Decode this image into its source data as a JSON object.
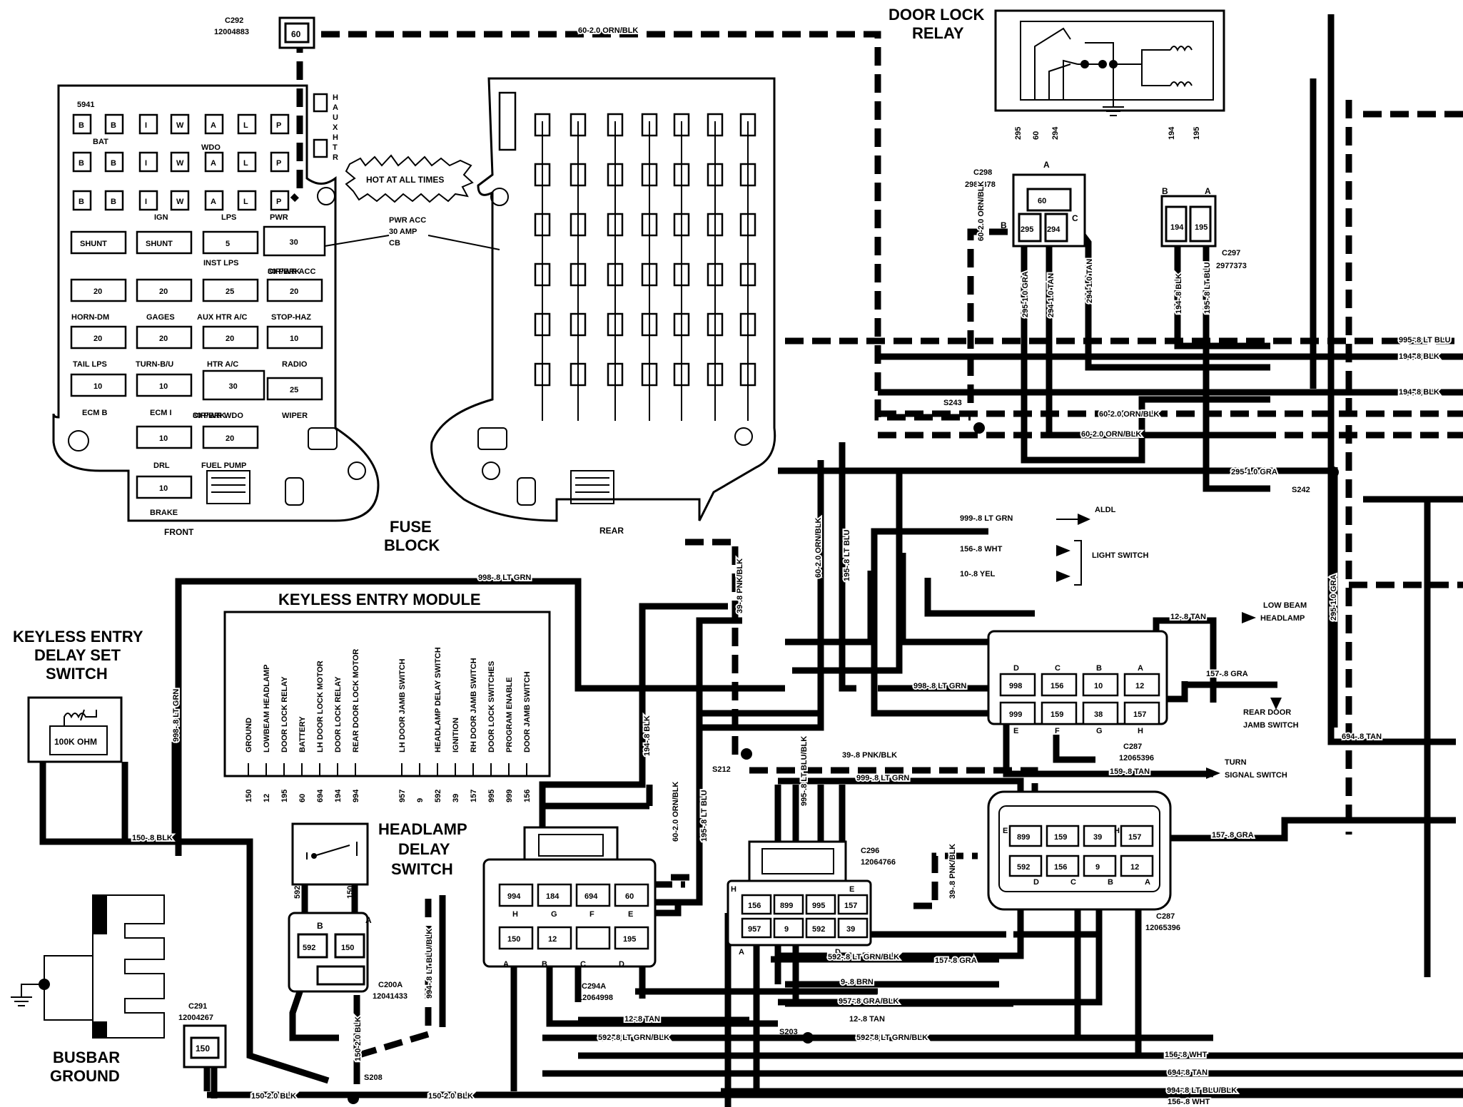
{
  "titles": {
    "door_lock_relay": [
      "DOOR LOCK",
      "RELAY"
    ],
    "keyless_delay_switch": [
      "KEYLESS ENTRY",
      "DELAY SET",
      "SWITCH"
    ],
    "keyless_module": "KEYLESS ENTRY MODULE",
    "headlamp_delay_switch": [
      "HEADLAMP",
      "DELAY",
      "SWITCH"
    ],
    "fuse_block": [
      "FUSE",
      "BLOCK"
    ],
    "busbar_ground": [
      "BUSBAR",
      "GROUND"
    ],
    "hot_at_all_times": "HOT AT ALL TIMES",
    "front": "FRONT",
    "rear": "REAR",
    "resistor": "100K OHM"
  },
  "connectors": {
    "c292": [
      "C292",
      "12004883"
    ],
    "c291": [
      "C291",
      "12004267"
    ],
    "c298": [
      "C298",
      "2984378"
    ],
    "c297": [
      "C297",
      "2977373"
    ],
    "c200a": [
      "C200A",
      "12041433"
    ],
    "c294a": [
      "C294A",
      "12064998"
    ],
    "c296": [
      "C296",
      "12064766"
    ],
    "c287a": [
      "C287",
      "12065396"
    ],
    "c287b": [
      "C287",
      "12065396"
    ]
  },
  "splices": [
    "S243",
    "S242",
    "S212",
    "S203",
    "S208"
  ],
  "fuse_front": {
    "id": "5941",
    "row1": [
      "B",
      "B",
      "I",
      "W",
      "A",
      "L",
      "P"
    ],
    "labels_row1": [
      "BAT",
      "WDO"
    ],
    "labels_row3": [
      "IGN",
      "LPS",
      "PWR"
    ],
    "aux": [
      "H",
      "A",
      "U",
      "X",
      "H",
      "T",
      "R"
    ],
    "shunt": "SHUNT",
    "fuses": [
      {
        "v": "5",
        "l": "INST LPS"
      },
      {
        "v": "30",
        "l": "CIR/BRK"
      },
      {
        "v": "20",
        "l": "HORN-DM"
      },
      {
        "v": "20",
        "l": "GAGES"
      },
      {
        "v": "25",
        "l": "AUX HTR A/C"
      },
      {
        "v": "20",
        "l": "STOP-HAZ"
      },
      {
        "v": "20",
        "l": "TAIL LPS"
      },
      {
        "v": "20",
        "l": "TURN-B/U"
      },
      {
        "v": "20",
        "l": "HTR A/C"
      },
      {
        "v": "10",
        "l": "RADIO"
      },
      {
        "v": "10",
        "l": "ECM B"
      },
      {
        "v": "10",
        "l": "ECM I"
      },
      {
        "v": "30",
        "l": "CIR/BRK"
      },
      {
        "v": "25",
        "l": "WIPER"
      },
      {
        "v": "10",
        "l": "DRL"
      },
      {
        "v": "20",
        "l": "FUEL PUMP"
      },
      {
        "v": "10",
        "l": "BRAKE"
      }
    ],
    "pwr_acc": "30 PWR ACC",
    "pwr_wdo": "30 PWR WDO",
    "cb_callout": [
      "PWR ACC",
      "30 AMP",
      "CB"
    ]
  },
  "module_pins": [
    {
      "pin": "150",
      "label": "GROUND"
    },
    {
      "pin": "12",
      "label": "LOWBEAM HEADLAMP"
    },
    {
      "pin": "195",
      "label": "DOOR LOCK RELAY"
    },
    {
      "pin": "60",
      "label": "BATTERY"
    },
    {
      "pin": "694",
      "label": "LH DOOR LOCK MOTOR"
    },
    {
      "pin": "194",
      "label": "DOOR LOCK RELAY"
    },
    {
      "pin": "994",
      "label": "REAR DOOR LOCK MOTOR"
    },
    {
      "pin": "957",
      "label": "LH DOOR JAMB SWITCH"
    },
    {
      "pin": "9",
      "label": ""
    },
    {
      "pin": "592",
      "label": "HEADLAMP DELAY SWITCH"
    },
    {
      "pin": "39",
      "label": "IGNITION"
    },
    {
      "pin": "157",
      "label": "RH DOOR JAMB SWITCH"
    },
    {
      "pin": "995",
      "label": "DOOR LOCK SWITCHES"
    },
    {
      "pin": "999",
      "label": "PROGRAM ENABLE"
    },
    {
      "pin": "156",
      "label": "DOOR JAMB SWITCH"
    }
  ],
  "relay_pins": [
    "295",
    "60",
    "294",
    "194",
    "195"
  ],
  "c298_pins": {
    "a": "60",
    "b": "295",
    "c": "294",
    "letters": [
      "A",
      "B",
      "C"
    ]
  },
  "c297_pins": {
    "b": "194",
    "a": "195",
    "letters": [
      "B",
      "A"
    ]
  },
  "c200a_pins": {
    "b": "592",
    "a": "150",
    "letters": [
      "B",
      "A"
    ],
    "switch_pins": [
      "592",
      "150"
    ]
  },
  "c294a_pins": {
    "top": [
      "994",
      "184",
      "694",
      "60"
    ],
    "top_letters": [
      "H",
      "G",
      "F",
      "E"
    ],
    "bottom": [
      "150",
      "12",
      "",
      "195"
    ],
    "bottom_letters": [
      "A",
      "B",
      "C",
      "D"
    ]
  },
  "c296_pins": {
    "top": [
      "156",
      "899",
      "995",
      "157"
    ],
    "bottom": [
      "957",
      "9",
      "592",
      "39"
    ],
    "letters": [
      "H",
      "E",
      "A",
      "D"
    ]
  },
  "c287a_pins": {
    "top": [
      "998",
      "156",
      "10",
      "12"
    ],
    "top_letters": [
      "D",
      "C",
      "B",
      "A"
    ],
    "bottom": [
      "999",
      "159",
      "38",
      "157"
    ],
    "bottom_letters": [
      "E",
      "F",
      "G",
      "H"
    ]
  },
  "c287b_pins": {
    "top": [
      "899",
      "159",
      "39",
      "157"
    ],
    "top_letters": [
      "E",
      "",
      "",
      "H"
    ],
    "bottom": [
      "592",
      "156",
      "9",
      "12"
    ],
    "bottom_letters": [
      "D",
      "C",
      "B",
      "A"
    ]
  },
  "c291_pin": "150",
  "c292_pin": "60",
  "destinations": {
    "aldl": "ALDL",
    "light_switch": "LIGHT SWITCH",
    "low_beam": [
      "LOW BEAM",
      "HEADLAMP"
    ],
    "rear_door_jamb": [
      "REAR DOOR",
      "JAMB SWITCH"
    ],
    "turn_signal": [
      "TURN",
      "SIGNAL SWITCH"
    ]
  },
  "wires": {
    "w1": "60-2.0 ORN/BLK",
    "w2": "60-2.0 ORN/BLK",
    "w3": "60-2.0 ORN/BLK",
    "w4": "60-2.0 ORN/BLK",
    "w5": "295-1.0 GRA",
    "w6": "294-1.0 TAN",
    "w7": "294-1.0 TAN",
    "w8": "194-.8 BLK",
    "w9": "195-.8 LT BLU",
    "w10": "995-.8 LT BLU",
    "w11": "194-.8 BLK",
    "w12": "194-.8 BLK",
    "w13": "295-1.0 GRA",
    "w14": "295-1.0 GRA",
    "w15": "999-.8 LT GRN",
    "w16": "156-.8 WHT",
    "w17": "10-.8 YEL",
    "w18": "12-.8 TAN",
    "w19": "998-.8 LT GRN",
    "w20": "157-.8 GRA",
    "w21": "159-.8 TAN",
    "w22": "694-.8 TAN",
    "w23": "998-.8 LT GRN",
    "w24": "998-.8 LT GRN",
    "w25": "150-.8 BLK",
    "w26": "39-.8 PNK/BLK",
    "w27": "60-2.0 ORN/BLK",
    "w28": "195-.8 LT BLU",
    "w29": "194-.8 BLK",
    "w30": "60-2.0 ORN/BLK",
    "w31": "195-.8 LT BLU",
    "w32": "39-.8 PNK/BLK",
    "w33": "995-.8 LT BLU/BLK",
    "w34": "999-.8 LT GRN",
    "w35": "39-.8 PNK/BLK",
    "w36": "157-.8 GRA",
    "w37": "994-.8 LT BLU/BLK",
    "w38": "150-2.0 BLK",
    "w39": "157-.8 GRA",
    "w40": "592-.8 LT GRN/BLK",
    "w41": "9-.8 BRN",
    "w42": "957-.8 GRA/BLK",
    "w43": "12-.8 TAN",
    "w44": "12-.8 TAN",
    "w45": "592-.8 LT GRN/BLK",
    "w46": "592-.8 LT GRN/BLK",
    "w47": "156-.8 WHT",
    "w48": "694-.8 TAN",
    "w49": "994-.8 LT BLU/BLK",
    "w50": "156-.8 WHT",
    "w51": "150-2.0 BLK",
    "w52": "150-2.0 BLK"
  }
}
